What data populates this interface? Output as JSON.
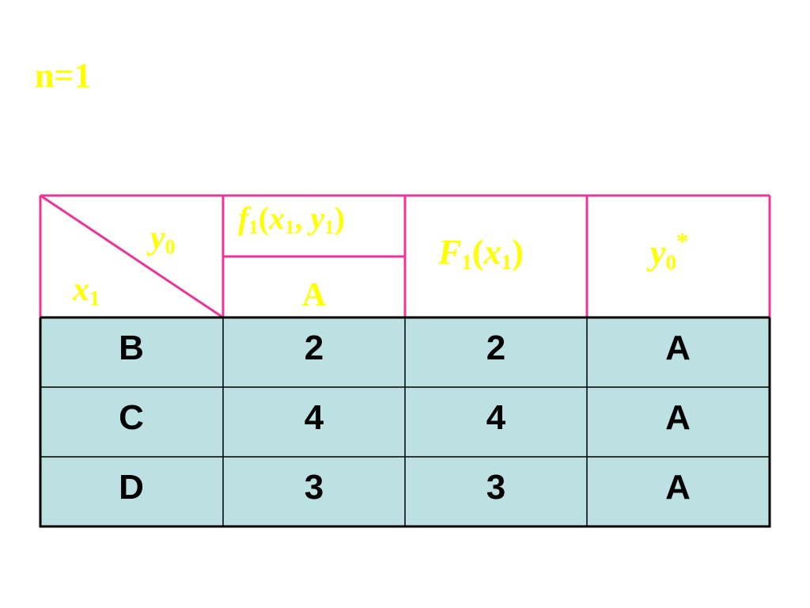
{
  "stage_label": "n=1",
  "header": {
    "diag_top_var": "y",
    "diag_top_sub": "0",
    "diag_bottom_var": "x",
    "diag_bottom_sub": "1",
    "col1": {
      "func": "f",
      "func_sub": "1",
      "open": "(",
      "arg1": "x",
      "arg1_sub": "1",
      "sep": ", ",
      "arg2": "y",
      "arg2_sub": "1",
      "close": ")"
    },
    "col1_sub": "A",
    "col2": {
      "func": "F",
      "func_sub": "1",
      "open": "(",
      "arg": "x",
      "arg_sub": "1",
      "close": ")"
    },
    "col3": {
      "var": "y",
      "sub": "0",
      "sup": "*"
    }
  },
  "rows": [
    {
      "x1": "B",
      "f1": "2",
      "F1": "2",
      "y0_star": "A"
    },
    {
      "x1": "C",
      "f1": "4",
      "F1": "4",
      "y0_star": "A"
    },
    {
      "x1": "D",
      "f1": "3",
      "F1": "3",
      "y0_star": "A"
    }
  ],
  "colors": {
    "background": "#ffffff",
    "accent_text": "#ffff00",
    "header_border": "#ee3399",
    "body_fill": "#bde0e3",
    "body_border": "#000000"
  }
}
